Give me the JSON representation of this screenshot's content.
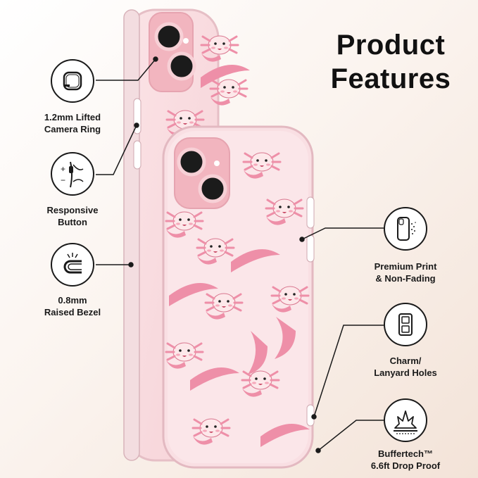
{
  "heading": {
    "line1": "Product",
    "line2": "Features"
  },
  "features": [
    {
      "line1": "1.2mm Lifted",
      "line2": "Camera Ring",
      "icon": "camera-ring-icon"
    },
    {
      "line1": "Responsive",
      "line2": "Button",
      "icon": "button-icon"
    },
    {
      "line1": "0.8mm",
      "line2": "Raised Bezel",
      "icon": "bezel-icon"
    },
    {
      "line1": "Premium Print",
      "line2": "& Non-Fading",
      "icon": "phone-print-icon"
    },
    {
      "line1": "Charm/",
      "line2": "Lanyard Holes",
      "icon": "lanyard-hole-icon"
    },
    {
      "line1": "Buffertech™",
      "line2": "6.6ft Drop Proof",
      "icon": "drop-proof-icon"
    }
  ],
  "colors": {
    "case_pink": "#f2c6cf",
    "pattern_pink": "#ee8fa8",
    "phone_body": "#f7d4d6",
    "text": "#111111"
  }
}
